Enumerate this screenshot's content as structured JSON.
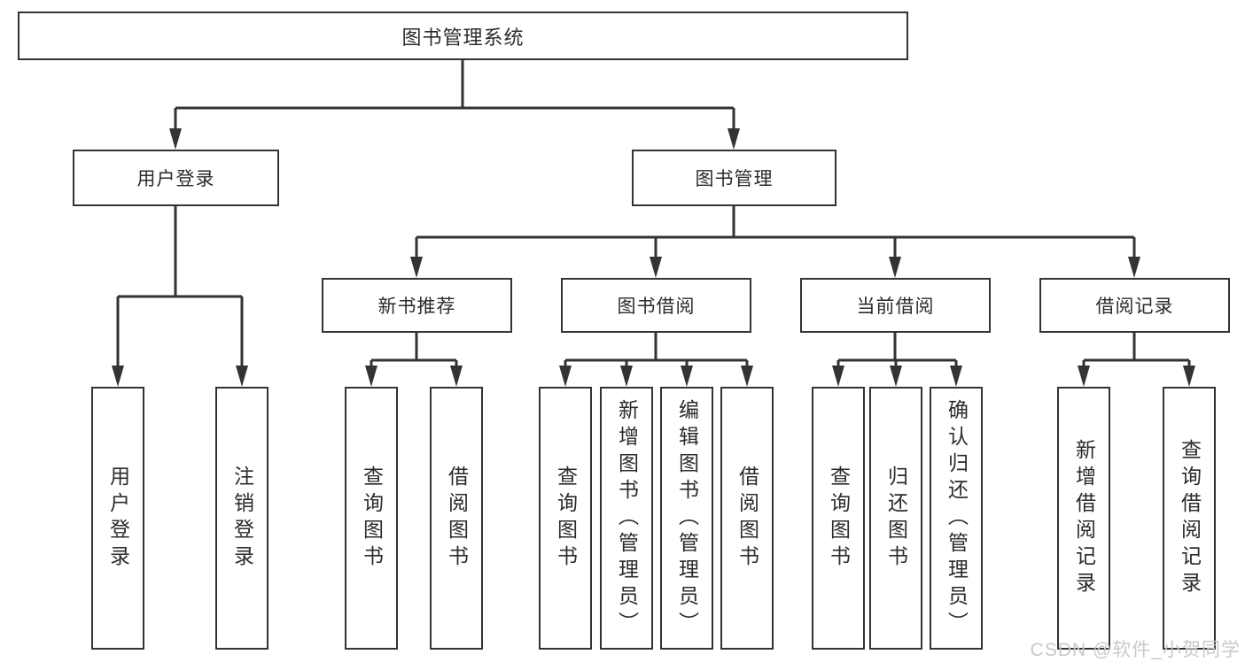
{
  "diagram": {
    "type": "tree",
    "root": {
      "label": "图书管理系统"
    },
    "l2": [
      {
        "label": "用户登录"
      },
      {
        "label": "图书管理"
      }
    ],
    "l3": [
      {
        "label": "新书推荐"
      },
      {
        "label": "图书借阅"
      },
      {
        "label": "当前借阅"
      },
      {
        "label": "借阅记录"
      }
    ],
    "leaves": {
      "user_login": [
        {
          "label": "用户登录"
        },
        {
          "label": "注销登录"
        }
      ],
      "new_books": [
        {
          "label": "查询图书"
        },
        {
          "label": "借阅图书"
        }
      ],
      "book_borrow": [
        {
          "label": "查询图书"
        },
        {
          "label": "新增图书（管理员）"
        },
        {
          "label": "编辑图书（管理员）"
        },
        {
          "label": "借阅图书"
        }
      ],
      "current_borrow": [
        {
          "label": "查询图书"
        },
        {
          "label": "归还图书"
        },
        {
          "label": "确认归还（管理员）"
        }
      ],
      "borrow_records": [
        {
          "label": "新增借阅记录"
        },
        {
          "label": "查询借阅记录"
        }
      ]
    },
    "watermark": "CSDN @软件_小贺同学",
    "colors": {
      "line": "#333333",
      "text": "#2b2b2b",
      "watermark": "#c9c9c9",
      "background": "#ffffff"
    }
  }
}
